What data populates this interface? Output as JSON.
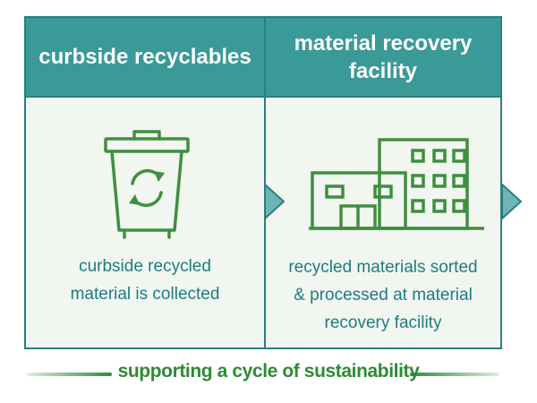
{
  "colors": {
    "header_bg": "#3a9a98",
    "border": "#2a7f7f",
    "panel_bg": "#f1f6f0",
    "icon_green": "#3f8f3f",
    "desc_text": "#1f7c80",
    "tagline": "#2e8a35",
    "arrow": "#6fb5b5"
  },
  "steps": [
    {
      "title": "curbside recyclables",
      "icon": "recycling-bin-icon",
      "description_lines": [
        "curbside recycled",
        "material is collected"
      ]
    },
    {
      "title": "material recovery facility",
      "icon": "building-icon",
      "description_lines": [
        "recycled materials sorted",
        "& processed at material",
        "recovery facility"
      ]
    }
  ],
  "tagline": "supporting a cycle of sustainability"
}
